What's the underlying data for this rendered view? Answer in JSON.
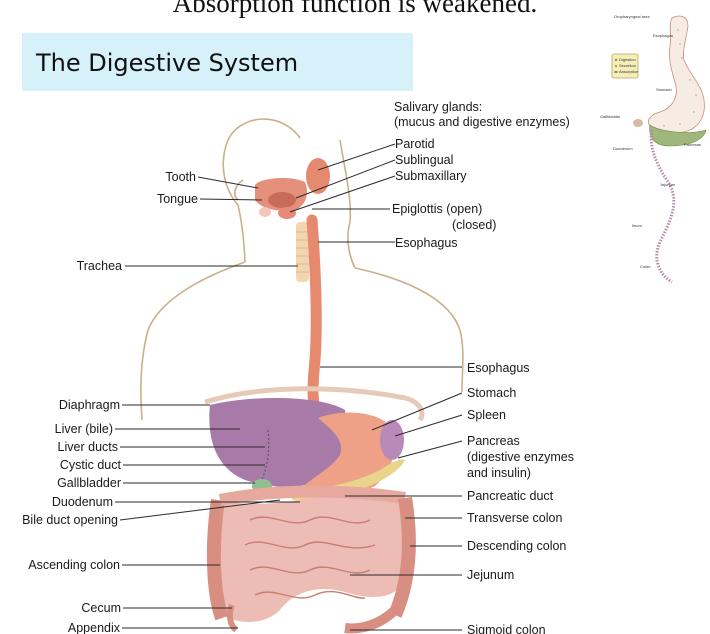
{
  "page": {
    "caption": "Absorption function is weakened.",
    "title": "The Digestive System"
  },
  "diagram": {
    "salivary_header": [
      "Salivary glands:",
      "(mucus and digestive enzymes)"
    ],
    "right_labels": [
      "Parotid",
      "Sublingual",
      "Submaxillary",
      "Epiglottis (open)",
      "(closed)",
      "Esophagus",
      "Esophagus",
      "Stomach",
      "Spleen",
      "Pancreas",
      "(digestive enzymes",
      "and insulin)",
      "Pancreatic duct",
      "Transverse colon",
      "Descending colon",
      "Jejunum",
      "Sigmoid colon"
    ],
    "left_labels": [
      "Tooth",
      "Tongue",
      "Trachea",
      "Diaphragm",
      "Liver (bile)",
      "Liver ducts",
      "Cystic duct",
      "Gallbladder",
      "Duodenum",
      "Bile duct opening",
      "Ascending colon",
      "Cecum",
      "Appendix"
    ]
  },
  "inset": {
    "legend": [
      "Digestion",
      "Secretion",
      "Absorption"
    ],
    "labels": [
      "Oropharyngeal area",
      "Esophagus",
      "Stomach",
      "Gallbladder",
      "Duodenum",
      "Pancreas",
      "Jejunum",
      "Ileum",
      "Colon"
    ]
  },
  "colors": {
    "title_bg": "#d6f1f9",
    "body_outline": "#c9b088",
    "liver": "#a87aa8",
    "stomach": "#eea186",
    "esophagus": "#e58a6f",
    "intestine": "#edbcb4",
    "leader_line": "#2a2a2a"
  }
}
